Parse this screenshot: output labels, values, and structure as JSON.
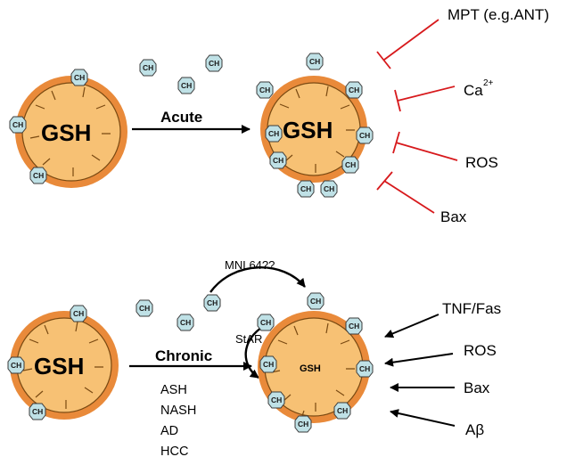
{
  "colors": {
    "mitochondrion_rim": "#e98a3a",
    "mitochondrion_fill": "#f7c174",
    "cholesterol_fill": "#bfe1e6",
    "inhibitor_red": "#d7191c",
    "arrow_black": "#000000"
  },
  "cholesterol_label": "CH",
  "top": {
    "left_label": "GSH",
    "arrow_label": "Acute",
    "right_label": "GSH",
    "inhibitors": {
      "mpt": "MPT (e.g.ANT)",
      "ca": "Ca",
      "ca_sup": "2+",
      "ros": "ROS",
      "bax": "Bax"
    }
  },
  "bottom": {
    "left_label": "GSH",
    "arrow_label": "Chronic",
    "right_label": "GSH",
    "transporter_curve": "MNL64??",
    "star_label": "StAR",
    "diseases": [
      "ASH",
      "NASH",
      "AD",
      "HCC"
    ],
    "stimuli": {
      "tnf": "TNF/Fas",
      "ros": "ROS",
      "bax": "Bax",
      "abeta": "Aβ"
    }
  }
}
